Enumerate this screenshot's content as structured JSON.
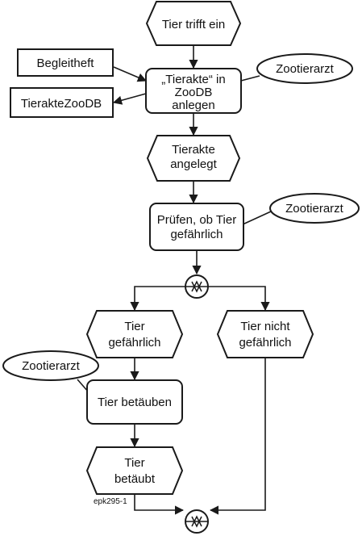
{
  "events": {
    "tier_trifft_ein": "Tier trifft ein",
    "tierakte_angelegt": [
      "Tierakte",
      "angelegt"
    ],
    "tier_gefaehrlich": [
      "Tier",
      "gefährlich"
    ],
    "tier_nicht_gefaehrlich": [
      "Tier nicht",
      "gefährlich"
    ],
    "tier_betaeubt": [
      "Tier",
      "betäubt"
    ]
  },
  "functions": {
    "tierakte_anlegen": [
      "„Tierakte“ in",
      "ZooDB",
      "anlegen"
    ],
    "pruefen": [
      "Prüfen, ob Tier",
      "gefährlich"
    ],
    "tier_betaeuben": "Tier betäuben"
  },
  "documents": {
    "begleitheft": "Begleitheft",
    "tierakte_zoodb": "TierakteZooDB"
  },
  "roles": {
    "zootierarzt_1": "Zootierarzt",
    "zootierarzt_2": "Zootierarzt",
    "zootierarzt_3": "Zootierarzt"
  },
  "operators": {
    "xor_split": "XOR",
    "xor_join": "XOR"
  },
  "figure_id": "epk295-1"
}
